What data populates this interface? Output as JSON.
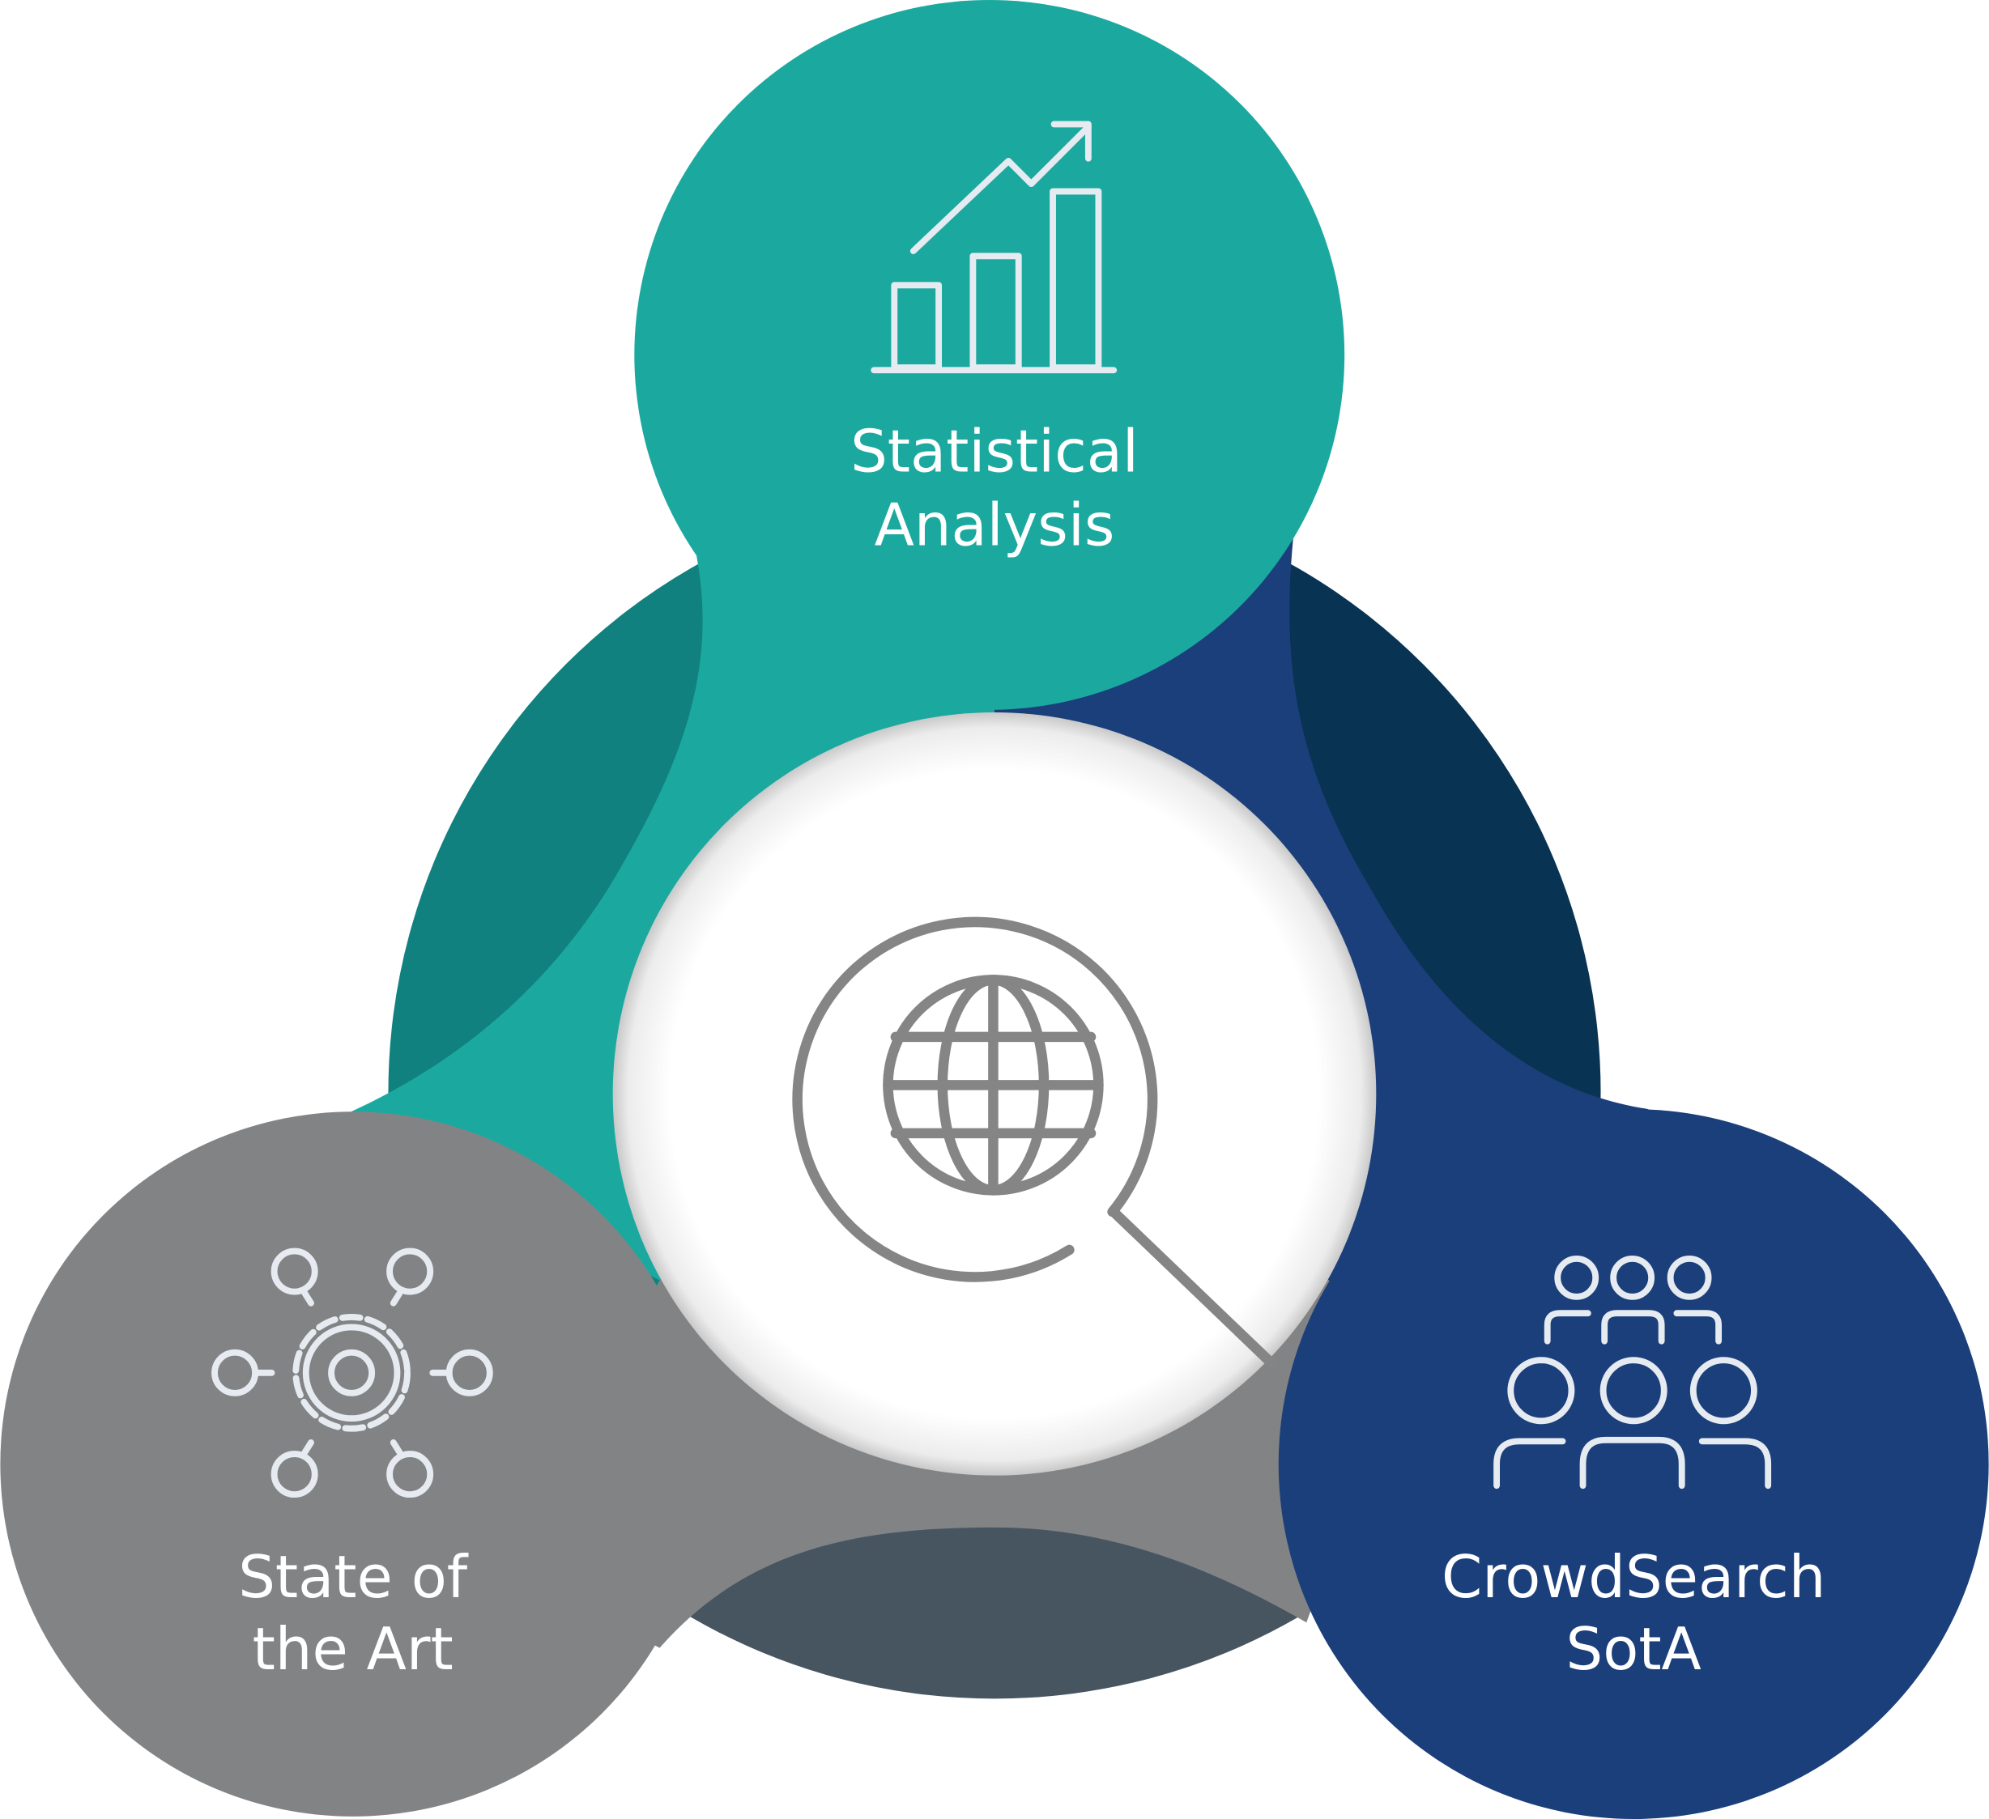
{
  "diagram": {
    "center": {
      "icon": "globe-search-icon"
    },
    "nodes": [
      {
        "id": "statistical",
        "line1": "Statistical",
        "line2": "Analysis",
        "icon": "bar-chart-growth-icon",
        "color": "#1ba99f",
        "dark_color": "#10817e"
      },
      {
        "id": "state-of-art",
        "line1": "State of",
        "line2": "the Art",
        "icon": "gear-network-icon",
        "color": "#828385",
        "dark_color": "#475561"
      },
      {
        "id": "crowdsearch",
        "line1": "CrowdSearch",
        "line2": "SotA",
        "icon": "people-group-icon",
        "color": "#1b3f7a",
        "dark_color": "#083352"
      }
    ]
  }
}
